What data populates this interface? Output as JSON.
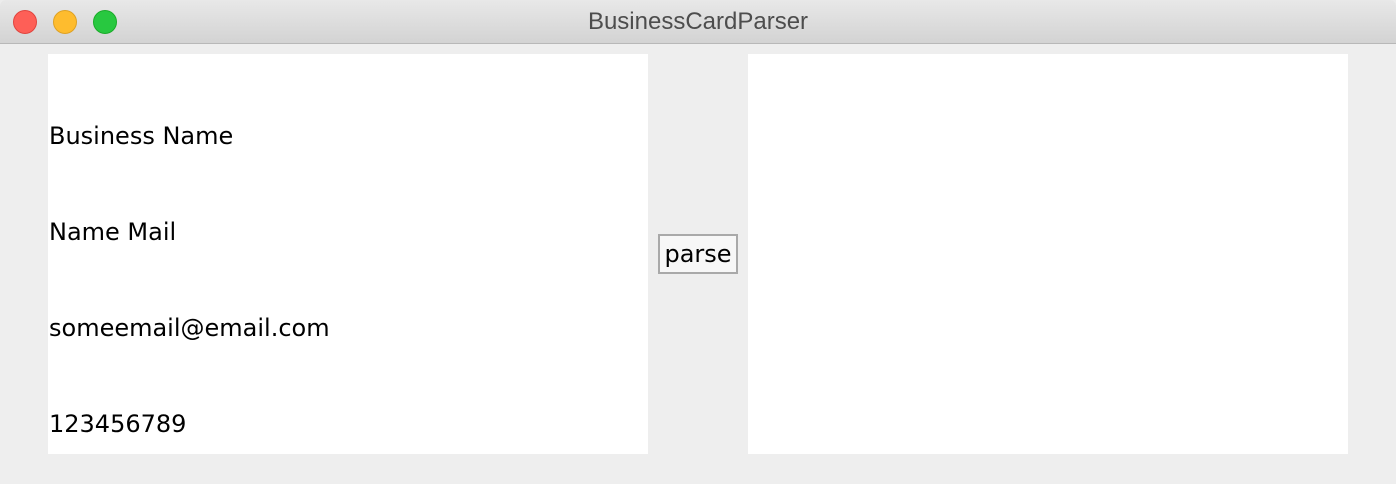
{
  "window": {
    "title": "BusinessCardParser"
  },
  "input": {
    "lines": [
      "Business Name",
      "Name Mail",
      "someemail@email.com",
      "123456789"
    ]
  },
  "actions": {
    "parse_label": "parse"
  },
  "output": {
    "text": ""
  },
  "colors": {
    "close": "#fe5f57",
    "minimize": "#febc2e",
    "zoom": "#28c840",
    "background": "#eeeeee",
    "text_area": "#ffffff"
  }
}
